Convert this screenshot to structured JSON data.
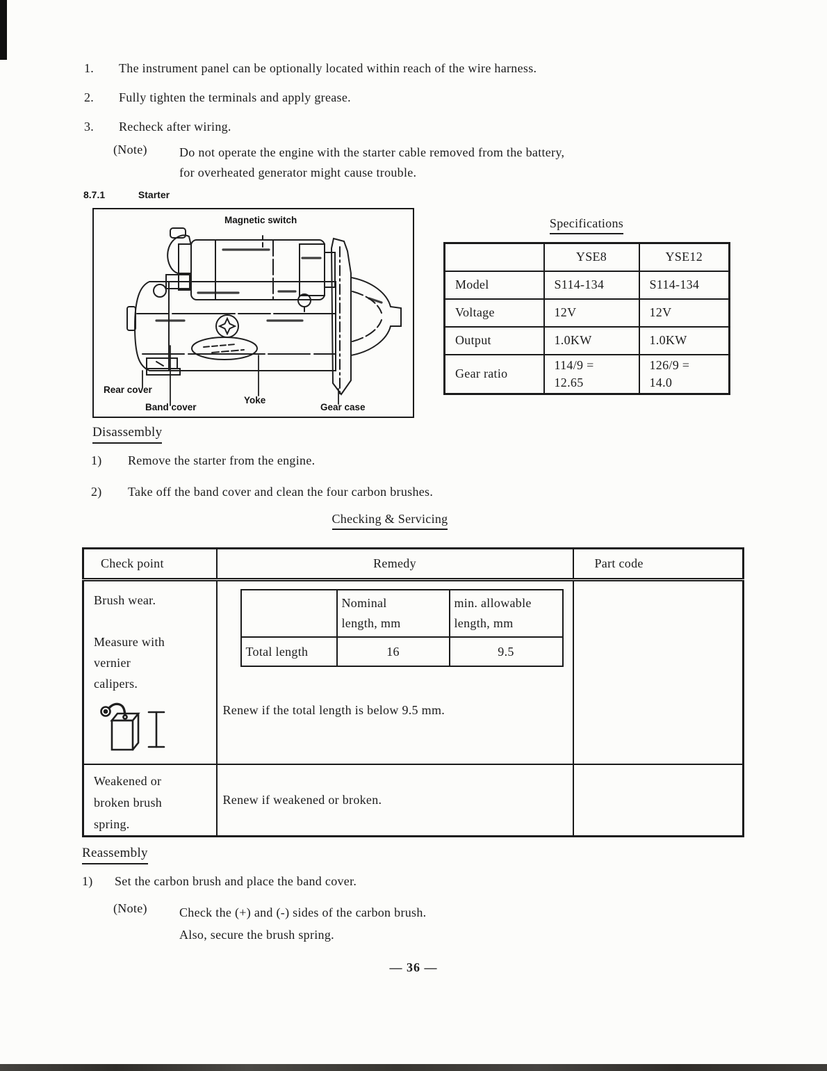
{
  "colors": {
    "ink": "#1c1c1c",
    "paper": "#fcfcfa",
    "scan_bar": "#3e3c38"
  },
  "top_list": {
    "items": [
      {
        "num": "1.",
        "text": "The instrument panel can be optionally located within reach of the wire harness."
      },
      {
        "num": "2.",
        "text": "Fully tighten the terminals and apply grease."
      },
      {
        "num": "3.",
        "text": "Recheck after wiring."
      }
    ],
    "note_label": "(Note)",
    "note_text": "Do not operate the engine with the starter cable removed from the battery,\nfor overheated generator might cause trouble."
  },
  "section": {
    "number": "8.7.1",
    "title": "Starter"
  },
  "figure": {
    "labels": {
      "magnetic_switch": "Magnetic switch",
      "rear_cover": "Rear cover",
      "band_cover": "Band cover",
      "yoke": "Yoke",
      "gear_case": "Gear case"
    }
  },
  "specs": {
    "title": "Specifications",
    "col1": "YSE8",
    "col2": "YSE12",
    "rows": [
      {
        "label": "Model",
        "v1": "S114-134",
        "v2": "S114-134"
      },
      {
        "label": "Voltage",
        "v1": "12V",
        "v2": "12V"
      },
      {
        "label": "Output",
        "v1": "1.0KW",
        "v2": "1.0KW"
      },
      {
        "label": "Gear ratio",
        "v1": "114/9 =\n12.65",
        "v2": "126/9 =\n14.0"
      }
    ]
  },
  "disassembly": {
    "title": "Disassembly",
    "steps": [
      {
        "num": "1)",
        "text": "Remove the starter from the engine."
      },
      {
        "num": "2)",
        "text": "Take off the band cover and clean the four carbon brushes."
      }
    ]
  },
  "checking": {
    "title": "Checking & Servicing",
    "headers": {
      "check_point": "Check point",
      "remedy": "Remedy",
      "part_code": "Part code"
    },
    "row1": {
      "check_text": "Brush wear.\n\nMeasure with\nvernier\ncalipers.",
      "inner_table": {
        "corner": "",
        "col_nominal": "Nominal\nlength, mm",
        "col_min": "min. allowable\nlength, mm",
        "row_label": "Total length",
        "nominal": "16",
        "min": "9.5"
      },
      "remedy_text": "Renew if the total length is below 9.5 mm.",
      "part_code": ""
    },
    "row2": {
      "check_text": "Weakened or\nbroken brush\nspring.",
      "remedy_text": "Renew if weakened or broken.",
      "part_code": ""
    }
  },
  "reassembly": {
    "title": "Reassembly",
    "step_num": "1)",
    "step_text": "Set the carbon brush and place the band cover.",
    "note_label": "(Note)",
    "note_text": "Check the (+) and (-) sides of the carbon brush.\nAlso, secure the brush spring."
  },
  "footer": {
    "page_number": "— 36 —"
  }
}
